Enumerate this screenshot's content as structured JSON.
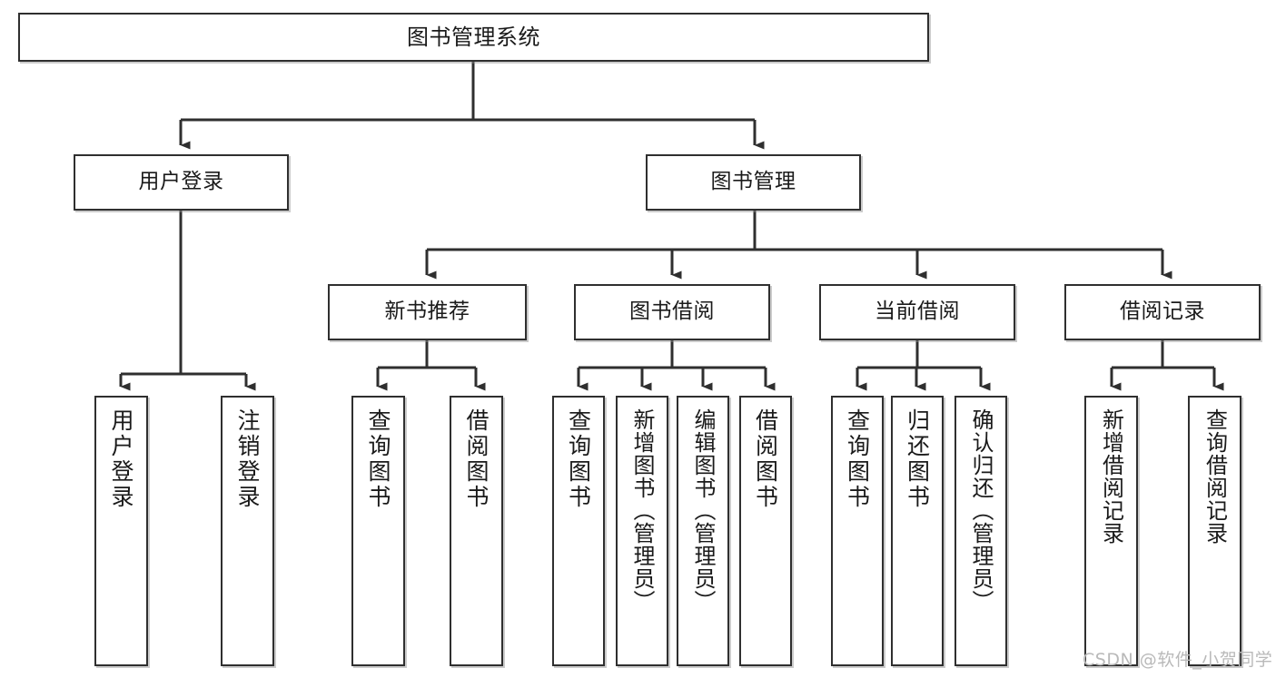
{
  "diagram": {
    "type": "tree",
    "orientation": "top-down",
    "title": "图书管理系统",
    "stroke_color": "#2f2f2f",
    "fill_color": "#ffffff",
    "text_color": "#1a1a1a",
    "nodes": {
      "root": {
        "label": "图书管理系统",
        "level": 1
      },
      "user_login": {
        "label": "用户登录",
        "level": 2
      },
      "book_manage": {
        "label": "图书管理",
        "level": 2
      },
      "new_book_rec": {
        "label": "新书推荐",
        "level": 3
      },
      "book_borrow": {
        "label": "图书借阅",
        "level": 3
      },
      "current_borrow": {
        "label": "当前借阅",
        "level": 3
      },
      "borrow_record": {
        "label": "借阅记录",
        "level": 3
      },
      "leaf_1": {
        "label": "用户登录",
        "level": 4,
        "parent": "用户登录"
      },
      "leaf_2": {
        "label": "注销登录",
        "level": 4,
        "parent": "用户登录"
      },
      "leaf_3": {
        "label": "查询图书",
        "level": 4,
        "parent": "新书推荐"
      },
      "leaf_4": {
        "label": "借阅图书",
        "level": 4,
        "parent": "新书推荐"
      },
      "leaf_5": {
        "label": "查询图书",
        "level": 4,
        "parent": "图书借阅"
      },
      "leaf_6": {
        "label": "新增图书（管理员）",
        "level": 4,
        "parent": "图书借阅"
      },
      "leaf_7": {
        "label": "编辑图书（管理员）",
        "level": 4,
        "parent": "图书借阅"
      },
      "leaf_8": {
        "label": "借阅图书",
        "level": 4,
        "parent": "图书借阅"
      },
      "leaf_9": {
        "label": "查询图书",
        "level": 4,
        "parent": "当前借阅"
      },
      "leaf_10": {
        "label": "归还图书",
        "level": 4,
        "parent": "当前借阅"
      },
      "leaf_11": {
        "label": "确认归还（管理员）",
        "level": 4,
        "parent": "当前借阅"
      },
      "leaf_12": {
        "label": "新增借阅记录",
        "level": 4,
        "parent": "借阅记录"
      },
      "leaf_13": {
        "label": "查询借阅记录",
        "level": 4,
        "parent": "借阅记录"
      }
    }
  },
  "watermark": {
    "text": "CSDN @软件_小贺同学"
  }
}
